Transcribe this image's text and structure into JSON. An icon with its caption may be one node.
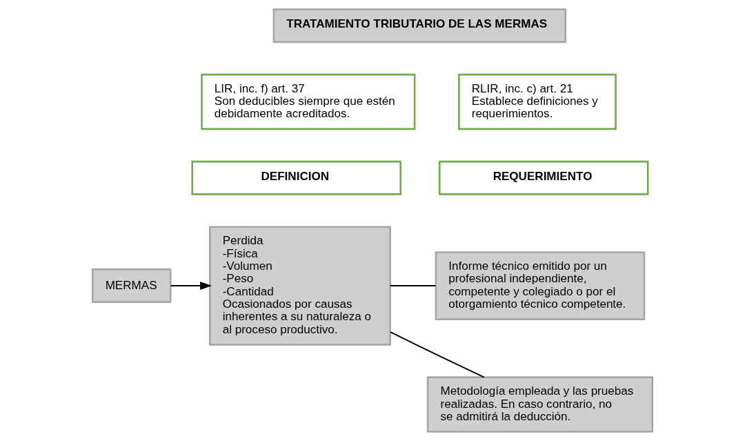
{
  "diagram": {
    "nodes": [
      {
        "text": [
          "TRATAMIENTO TRIBUTARIO DE LAS MERMAS"
        ]
      },
      {
        "text": [
          "LIR, inc. f) art. 37",
          "Son deducibles siempre que estén debidamente acreditados."
        ]
      },
      {
        "text": [
          "RLIR, inc. c) art. 21",
          "Establece definiciones y requerimientos."
        ]
      },
      {
        "text": [
          "DEFINICION"
        ]
      },
      {
        "text": [
          "REQUERIMIENTO"
        ]
      },
      {
        "text": [
          "MERMAS"
        ]
      },
      {
        "text": [
          "Perdida",
          "-Física",
          "-Volumen",
          "-Peso",
          "-Cantidad",
          "Ocasionados por causas inherentes a su naturaleza o al proceso productivo."
        ]
      },
      {
        "text": [
          "Informe técnico emitido por un profesional independiente, competente y colegiado o por el otorgamiento técnico competente."
        ]
      },
      {
        "text": [
          "Metodología empleada y las pruebas realizadas. En caso contrario, no se admitirá la deducción."
        ]
      }
    ],
    "edges": [
      {
        "from": 5,
        "to": 6,
        "arrow": "to"
      },
      {
        "from": 6,
        "to": 7,
        "arrow": "none"
      },
      {
        "from": 6,
        "to": 8,
        "arrow": "none"
      }
    ]
  }
}
